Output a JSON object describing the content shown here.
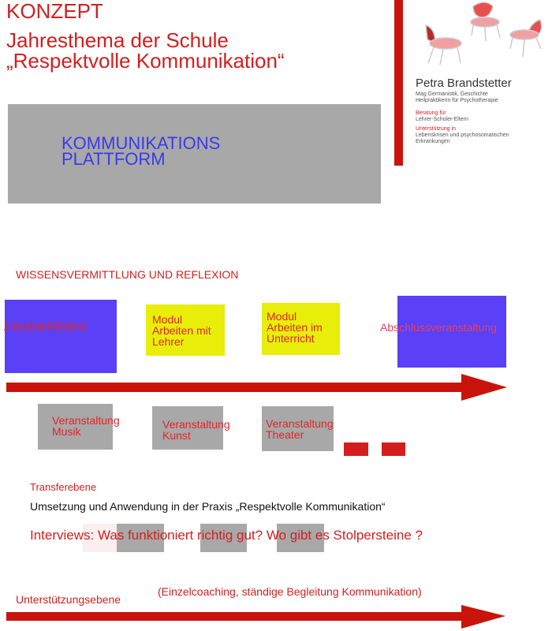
{
  "header": {
    "label": "KONZEPT",
    "line1": "Jahresthema der Schule",
    "line2": "„Respektvolle Kommunikation“"
  },
  "platform": {
    "line1": "KOMMUNIKATIONS",
    "line2": "PLATTFORM"
  },
  "card": {
    "name": "Petra Brandstetter",
    "qualification1": "Mag.Germanistik, Geschichte",
    "qualification2": "Heilpraktikerin für Psychotherapie",
    "beratung_heading": "Beratung für",
    "beratung_text": "Lehrer-Schüler-Eltern",
    "unterstuetzung_heading": "Unterstützung in",
    "unterstuetzung_text1": "Lebenskrisen und psychosomatischen",
    "unterstuetzung_text2": "Erkrankungen"
  },
  "knowledge": {
    "heading": "WISSENSVERMITTLUNG UND REFLEXION",
    "zielkonferenz": "ZIELKONFERENZ",
    "modul1": "Modul\nArbeiten mit\nLehrer",
    "modul2": "Modul\nArbeiten im\nUnterricht",
    "abschluss": "Abschlussveranstaltung"
  },
  "events": {
    "musik": "Veranstaltung\nMusik",
    "kunst": "Veranstaltung\nKunst",
    "theater": "Veranstaltung\nTheater"
  },
  "transfer": {
    "heading": "Transferebene",
    "text": "Umsetzung und Anwendung in der Praxis „Respektvolle Kommunikation“",
    "interviews": "Interviews: Was funktioniert richtig gut? Wo gibt es Stolpersteine ?"
  },
  "support": {
    "heading": "Unterstützungsebene",
    "text": "(Einzelcoaching, ständige Begleitung Kommunikation)"
  },
  "colors": {
    "red": "#d41e1e",
    "blue_text": "#3a3aea",
    "blue_box": "#5a40f6",
    "yellow_box": "#e8ee0a",
    "gray_box": "#a8a8a8",
    "arrow": "#c8140c"
  }
}
